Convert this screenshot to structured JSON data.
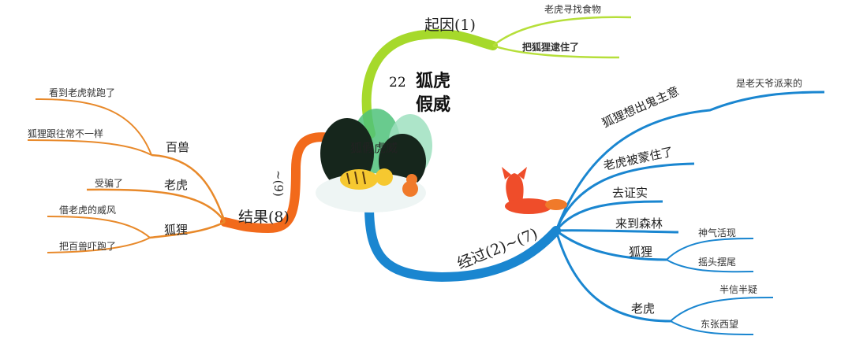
{
  "title": {
    "number": "22",
    "line1": "狐虎",
    "line2": "假威",
    "center_label": "狐假虎威"
  },
  "colors": {
    "cause": "#a6d92b",
    "process": "#1a86d0",
    "result": "#f26a1b",
    "result_sub": "#e8892a"
  },
  "cause": {
    "label": "起因(1)",
    "leaves": [
      "老虎寻找食物",
      "把狐狸逮住了"
    ]
  },
  "process": {
    "label": "经过(2)~(7)",
    "branches": [
      {
        "label": "狐狸想出鬼主意",
        "leaves": [
          "是老天爷派来的"
        ]
      },
      {
        "label": "老虎被蒙住了"
      },
      {
        "label": "去证实"
      },
      {
        "label": "来到森林"
      },
      {
        "label": "狐狸",
        "leaves": [
          "神气活现",
          "摇头摆尾"
        ]
      },
      {
        "label": "老虎",
        "leaves": [
          "半信半疑",
          "东张西望"
        ]
      }
    ]
  },
  "result": {
    "label": "结果(8)",
    "label_cont": "~(9)",
    "branches": [
      {
        "label": "百兽",
        "leaves": [
          "看到老虎就跑了",
          "狐狸跟往常不一样"
        ]
      },
      {
        "label": "老虎",
        "leaves": [
          "受骗了"
        ]
      },
      {
        "label": "狐狸",
        "leaves": [
          "借老虎的威风",
          "把百兽吓跑了"
        ]
      }
    ]
  },
  "icons": [
    "hills-illustration",
    "tiger-illustration",
    "fox-illustration"
  ]
}
